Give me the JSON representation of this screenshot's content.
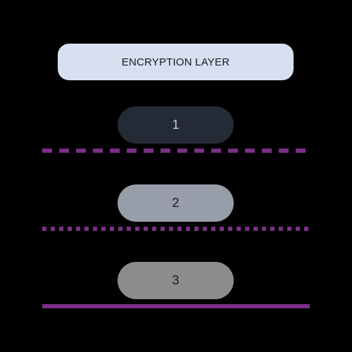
{
  "header": {
    "title": "ENCRYPTION LAYER",
    "bg_color": "#d7e0f1",
    "text_color": "#1a1a1a"
  },
  "layers": [
    {
      "label": "1",
      "bg_color": "#252a37",
      "text_color": "#c9ccd3",
      "separator_style": "dashed"
    },
    {
      "label": "2",
      "bg_color": "#979da9",
      "text_color": "#1a1a1a",
      "separator_style": "dotted"
    },
    {
      "label": "3",
      "bg_color": "#8c8c8c",
      "text_color": "#1a1a1a",
      "separator_style": "solid"
    }
  ],
  "separator_color": "#7a2f86"
}
